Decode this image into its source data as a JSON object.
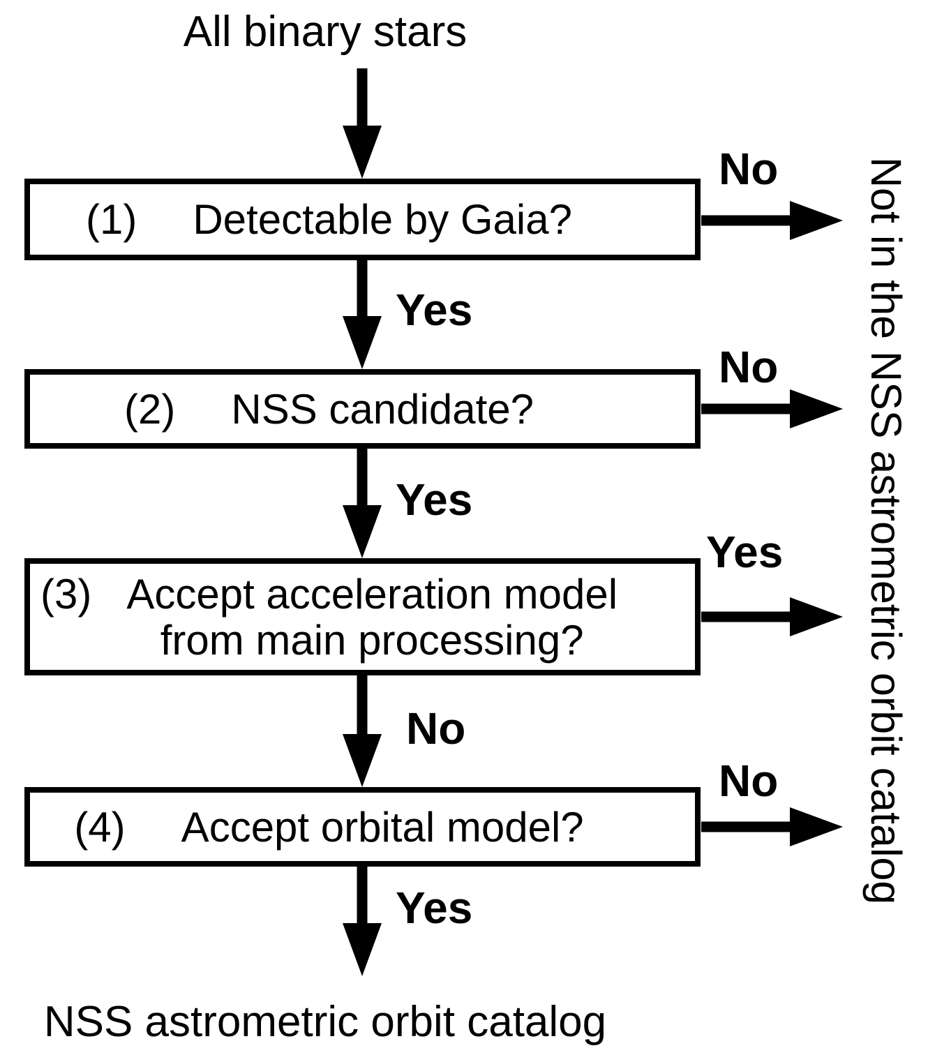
{
  "title": "All binary stars",
  "boxes": [
    {
      "number": "(1)",
      "question": "Detectable by Gaia?",
      "branch_right": "No",
      "branch_down": "Yes"
    },
    {
      "number": "(2)",
      "question": "NSS candidate?",
      "branch_right": "No",
      "branch_down": "Yes"
    },
    {
      "number": "(3)",
      "question_line1": "Accept acceleration model",
      "question_line2": "from main processing?",
      "branch_right": "Yes",
      "branch_down": "No"
    },
    {
      "number": "(4)",
      "question": "Accept orbital model?",
      "branch_right": "No",
      "branch_down": "Yes"
    }
  ],
  "right_outcome": "Not in the NSS astrometric orbit catalog",
  "bottom_outcome": "NSS astrometric orbit catalog",
  "colors": {
    "foreground": "#000000",
    "background": "#ffffff"
  }
}
